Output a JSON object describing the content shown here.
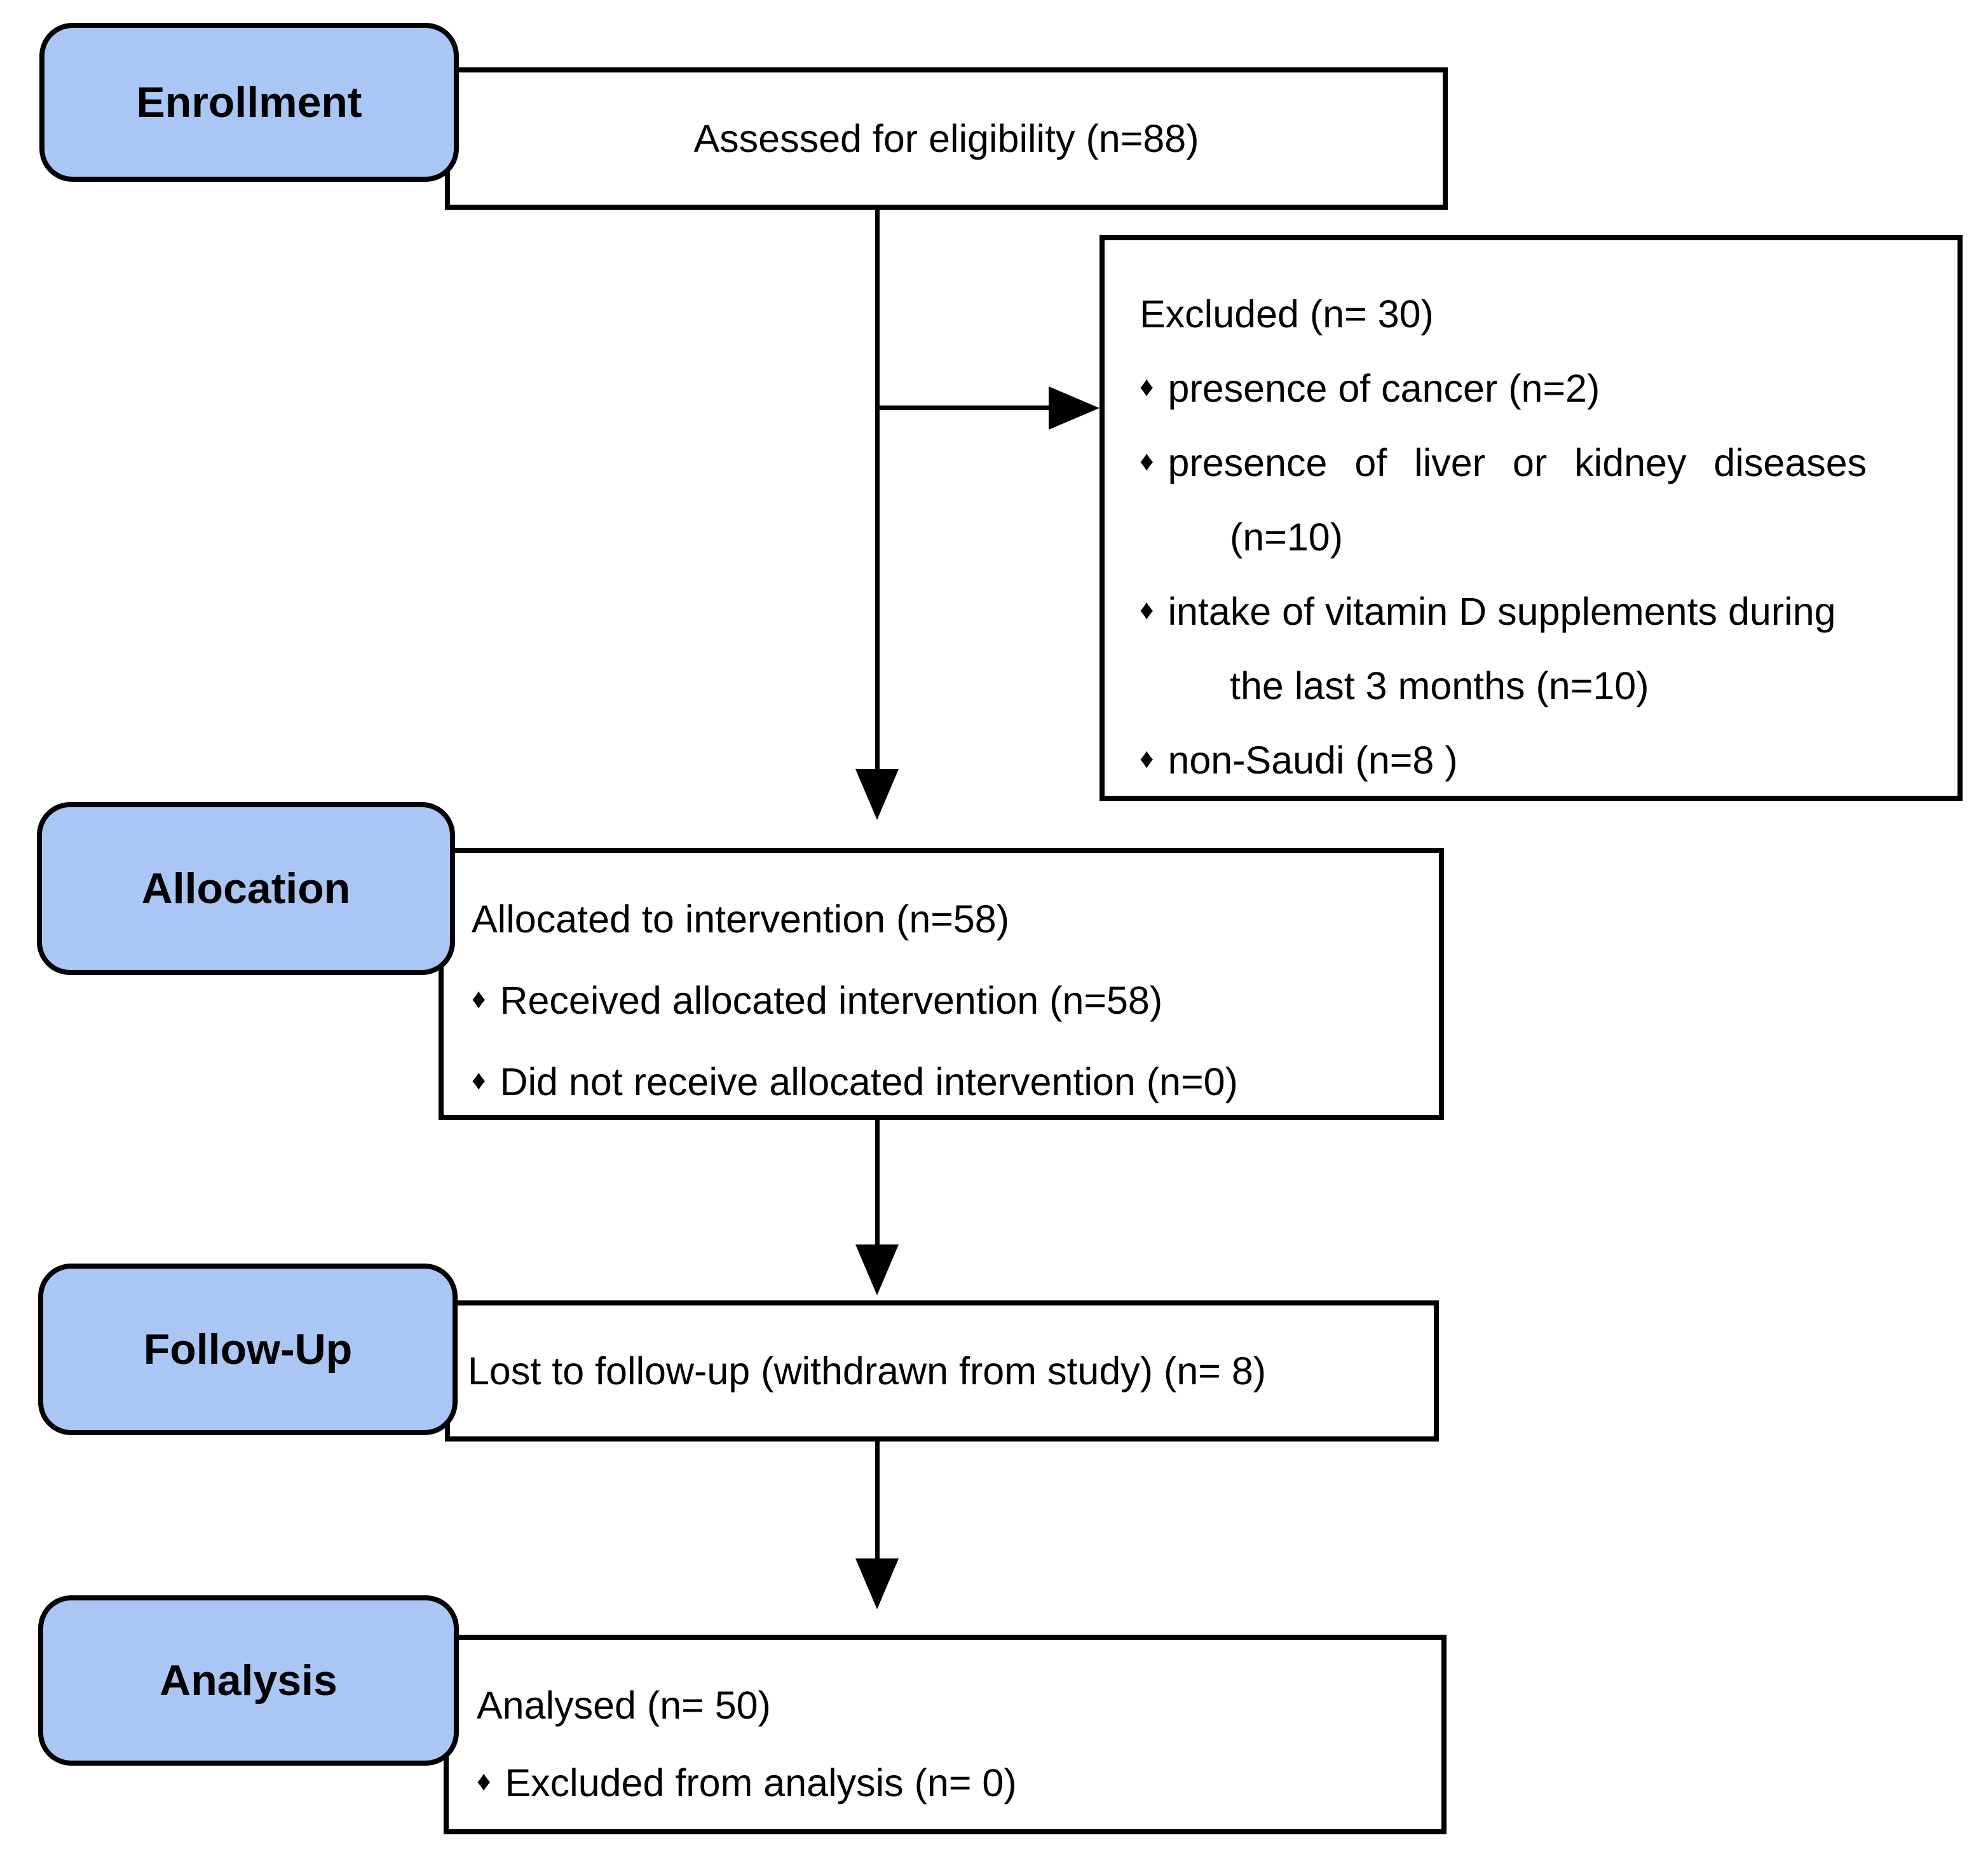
{
  "palette": {
    "label_fill": "#a9c6f5",
    "line": "#000000",
    "bg": "#ffffff"
  },
  "glyphs": {
    "bullet": "♦"
  },
  "stages": {
    "enrollment": "Enrollment",
    "allocation": "Allocation",
    "followup": "Follow-Up",
    "analysis": "Analysis"
  },
  "assessed": {
    "text": "Assessed for eligibility (n=88)"
  },
  "excluded": {
    "title": "Excluded (n= 30)",
    "item1": "presence of cancer (n=2)",
    "item2_line1": "presence of liver or kidney diseases",
    "item2_line2": "(n=10)",
    "item3_line1": "intake of vitamin D supplements during",
    "item3_line2": "the last 3 months (n=10)",
    "item4": "non-Saudi (n=8 )"
  },
  "allocation_box": {
    "title": "Allocated to intervention (n=58)",
    "item1": "Received allocated intervention (n=58)",
    "item2": "Did not receive allocated intervention (n=0)"
  },
  "followup_box": {
    "text": "Lost to follow-up (withdrawn from study) (n= 8)"
  },
  "analysis_box": {
    "title": "Analysed (n= 50)",
    "item1": "Excluded from analysis (n= 0)"
  }
}
